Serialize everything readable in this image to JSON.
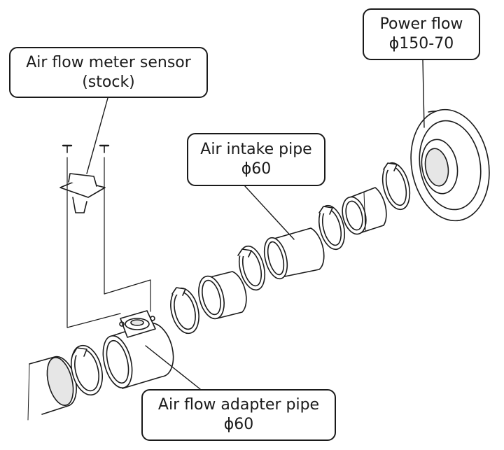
{
  "labels": {
    "air_flow_meter_sensor": {
      "line1": "Air flow meter sensor",
      "line2": "(stock)"
    },
    "power_flow": {
      "line1": "Power flow",
      "line2": "ϕ150-70"
    },
    "air_intake_pipe": {
      "line1": "Air intake pipe",
      "line2": "ϕ60"
    },
    "air_flow_adapter_pipe": {
      "line1": "Air flow adapter pipe",
      "line2": "ϕ60"
    }
  },
  "colors": {
    "line": "#1a1a1a",
    "fill": "#ffffff",
    "shade": "#e6e6e6"
  }
}
